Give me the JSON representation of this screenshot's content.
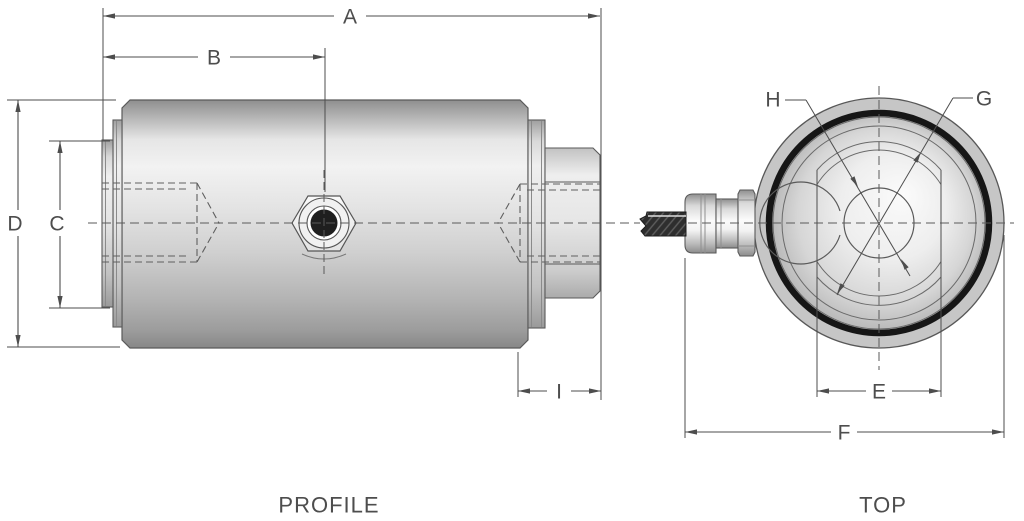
{
  "drawing": {
    "type": "engineering-dimension-drawing",
    "subject": "cylindrical load cell with cable",
    "labels": {
      "A": "A",
      "B": "B",
      "C": "C",
      "D": "D",
      "E": "E",
      "F": "F",
      "G": "G",
      "H": "H",
      "I": "I"
    },
    "captions": {
      "profile": "PROFILE",
      "top": "TOP"
    },
    "views": {
      "profile_dimensions": [
        "A",
        "B",
        "C",
        "D",
        "I"
      ],
      "top_dimensions": [
        "E",
        "F",
        "G",
        "H"
      ]
    },
    "colors": {
      "background": "#ffffff",
      "dimension_line": "#4d4d4d",
      "edge_line": "#5a5a5a",
      "label_text": "#4d4d4d",
      "o_ring_black": "#161616",
      "cable_dark": "#2e2e2e",
      "metal_light": "#f2f2f2",
      "metal_dark": "#8e8e8e",
      "outer_ring_gray": "#c6c6c6"
    }
  }
}
